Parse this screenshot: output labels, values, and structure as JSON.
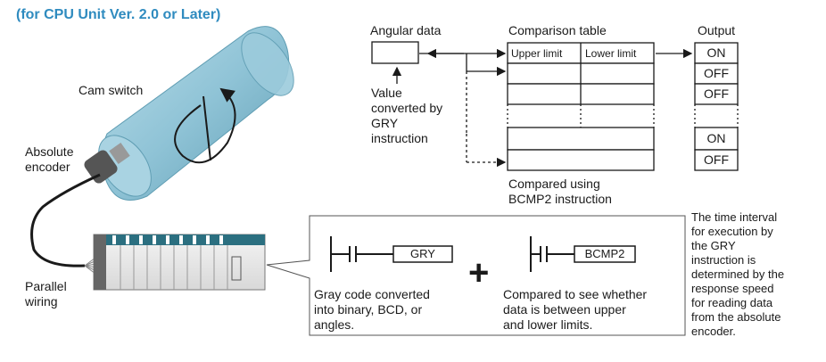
{
  "title": "(for CPU Unit Ver. 2.0 or Later)",
  "labels": {
    "angular_data": "Angular data",
    "comparison_table": "Comparison table",
    "output": "Output",
    "upper_limit": "Upper limit",
    "lower_limit": "Lower limit",
    "value_converted": [
      "Value",
      "converted by",
      "GRY",
      "instruction"
    ],
    "compared_using": [
      "Compared using",
      "BCMP2 instruction"
    ],
    "cam_switch": "Cam switch",
    "absolute_encoder": [
      "Absolute",
      "encoder"
    ],
    "parallel_wiring": [
      "Parallel",
      "wiring"
    ]
  },
  "outputs": [
    "ON",
    "OFF",
    "OFF",
    "",
    "ON",
    "OFF"
  ],
  "ladder": {
    "gry": "GRY",
    "bcmp2": "BCMP2",
    "plus": "+",
    "gry_desc": [
      "Gray code converted",
      "into binary, BCD, or",
      "angles."
    ],
    "bcmp2_desc": [
      "Compared to see whether",
      "data is between upper",
      "and lower limits."
    ]
  },
  "note": [
    "The time interval",
    "for execution by",
    "the GRY",
    "instruction is",
    "determined by the",
    "response speed",
    "for reading data",
    "from the absolute",
    "encoder."
  ],
  "colors": {
    "title": "#2f8bbf",
    "cylinder": "#8fc3d6",
    "plc_top": "#2b6f80"
  }
}
